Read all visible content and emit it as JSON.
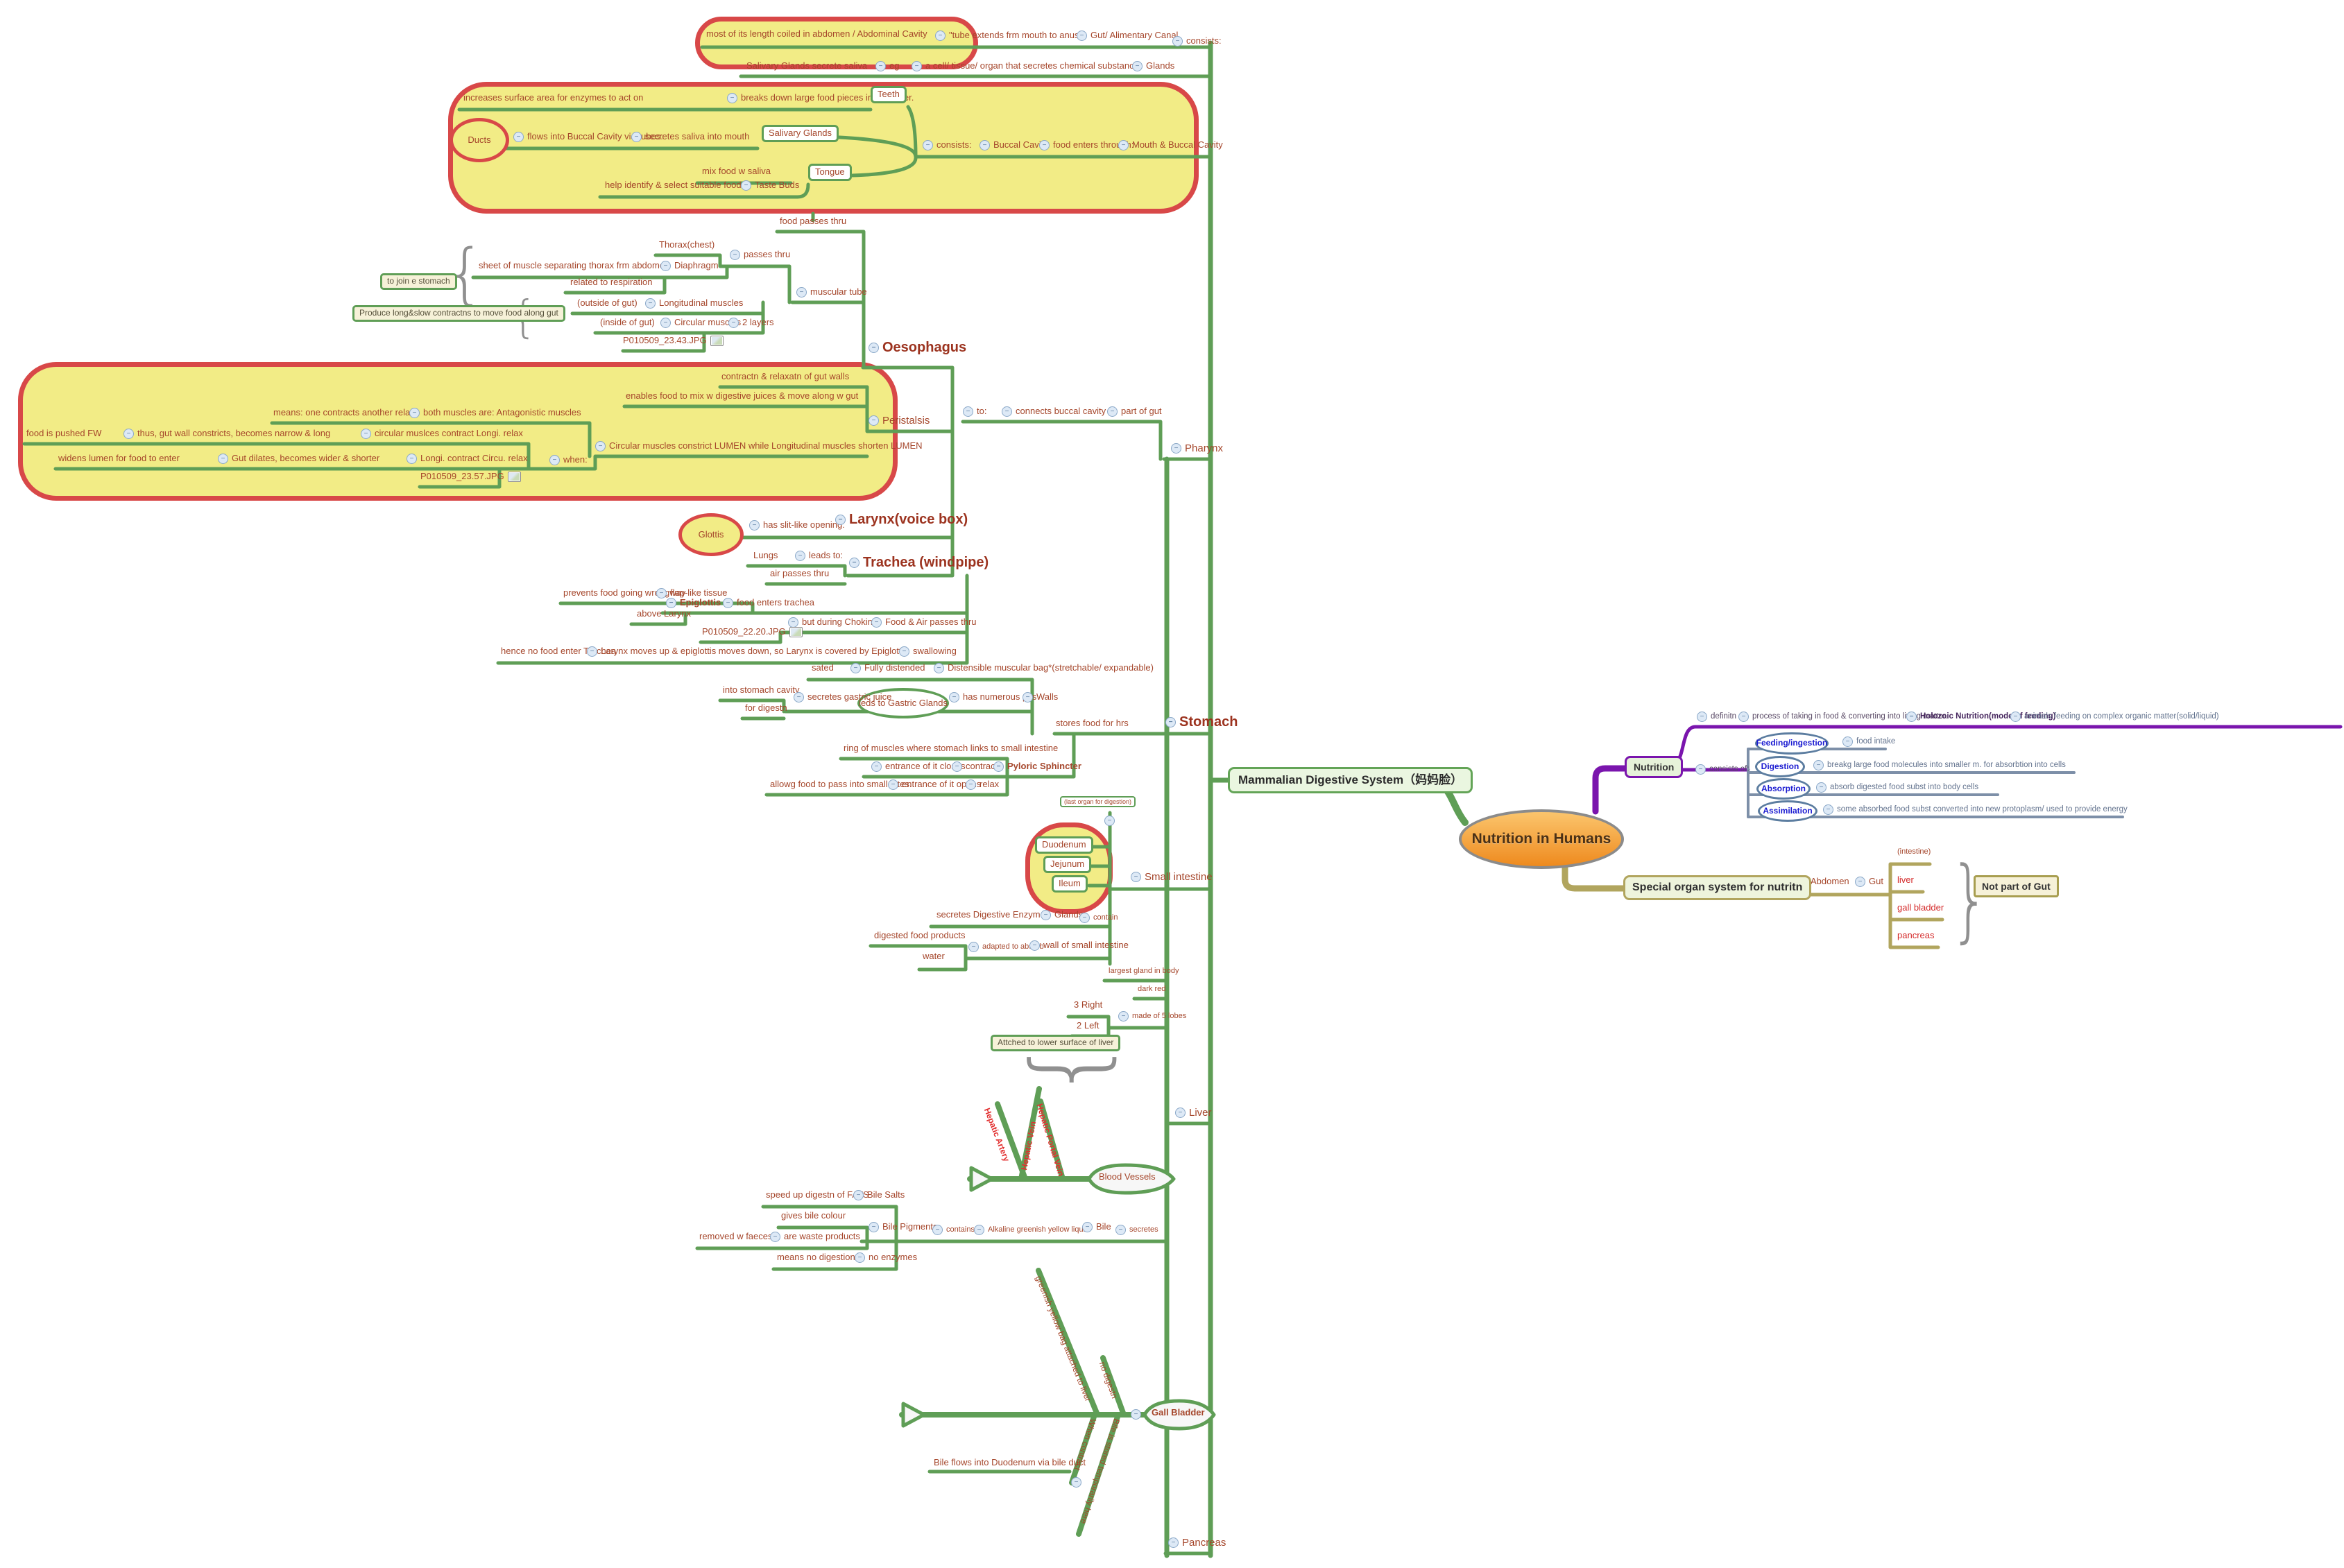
{
  "icons": {
    "collapse": "−",
    "brace_open": "{",
    "brace_close": "}"
  },
  "colors": {
    "branch_green": "#5f9e56",
    "cloud_fill": "#f2ec86",
    "cloud_border": "#d84848",
    "accent_purple": "#7a15ad",
    "accent_olive": "#b1a55e",
    "slate_line": "#7d8fa8",
    "label_rust": "#a5462b",
    "heading_red": "#9c331f",
    "blue_label": "#1b1bd1",
    "red_label": "#d42a2a",
    "center_orange": "#ee8a1e"
  },
  "top": {
    "coiled": "most of its length coiled in abdomen / Abdominal Cavity",
    "tube": "\"tube extends frm mouth to anus",
    "gut": "Gut/ Alimentary Canal",
    "consists": "consists:",
    "salivary_eg": "Salivary Glands secrete saliva",
    "eg": "eg",
    "gland_def": "a cell/ tissue/ organ that secretes chemical substance",
    "glands": "Glands"
  },
  "mouth": {
    "teeth_fn1": "increases surface area for enzymes to act on",
    "teeth_fn2": "breaks down large food pieces into smaller.",
    "teeth": "Teeth",
    "ducts": "Ducts",
    "ducts_fn": "flows into Buccal Cavity via tubes:",
    "saliv_fn": "secretes saliva into mouth",
    "salivary": "Salivary Glands",
    "consists": "consists:",
    "buccal": "Buccal Cavity",
    "enters": "food enters through:",
    "mouth": "Mouth & Buccal Cavity",
    "tongue_fn": "mix food w saliva",
    "tongue": "Tongue",
    "taste_fn": "help identify & select suitable food",
    "taste": "Taste Buds",
    "passes": "food passes thru"
  },
  "oeso": {
    "thorax": "Thorax(chest)",
    "passes2": "passes thru",
    "join_stomach": "to join e stomach",
    "sheet": "sheet of muscle separating thorax frm abdomen",
    "diaphragm": "Diaphragm",
    "respiration": "related to respiration",
    "musctube": "muscular tube",
    "outside": "(outside of gut)",
    "longmusc": "Longitudinal muscles",
    "produce": "Produce long&slow contractns to move food along gut",
    "inside": "(inside of gut)",
    "circmusc": "Circular muscles",
    "layers": "2 layers",
    "photo1": "P010509_23.43.JPG",
    "title": "Oesophagus"
  },
  "peri": {
    "contractn": "contractn & relaxatn of gut walls",
    "enables": "enables food to mix w digestive juices & move along w gut",
    "means_relax": "means: one contracts another relax",
    "antagonistic": "both muscles are: Antagonistic muscles",
    "title": "Peristalsis",
    "pushedfw": "food is pushed FW",
    "constricts": "thus, gut wall constricts, becomes narrow & long",
    "circ_contract": "circular muslces contract Longi. relax",
    "lumen_rule": "Circular muscles constrict LUMEN while Longitudinal muscles shorten LUMEN",
    "widens": "widens lumen for food to enter",
    "dilates": "Gut dilates, becomes wider & shorter",
    "longi_contract": "Longi. contract Circu. relax",
    "when": "when:",
    "photo2": "P010509_23.57.JPG"
  },
  "pharynx": {
    "to": "to:",
    "connects": "connects buccal cavity",
    "partgut": "part of gut",
    "title": "Pharynx"
  },
  "airway": {
    "glottis": "Glottis",
    "slit": "has slit-like opening:",
    "larynx": "Larynx(voice box)",
    "lungs": "Lungs",
    "leadsto": "leads to:",
    "trachea": "Trachea (windpipe)",
    "airpasses": "air passes thru",
    "prevents": "prevents food going wrongway",
    "flap": "flap-like tissue",
    "epiglottis": "Epiglottis",
    "enters_trachea": "food enters trachea",
    "above": "above Larynx",
    "choking": "but during Choking",
    "foodair": "Food & Air passes thru",
    "photo3": "P010509_22.20.JPG",
    "hence": "hence no food enter Trachea",
    "moves": "Larynx moves up & epiglottis moves down, so Larynx is covered by Epiglottis",
    "swallowing": "swallowing"
  },
  "stomach": {
    "sated": "sated",
    "distended": "Fully distended",
    "distensible": "Distensible muscular bag*(stretchable/ expandable)",
    "into_cavity": "into stomach cavity",
    "juice": "secretes gastric juice",
    "glands": "leds to Gastric Glands",
    "pits": "has numerous pits",
    "walls": "Walls",
    "fordigestn": "for digestn",
    "stores": "stores food for hrs",
    "title": "Stomach",
    "ring": "ring of muscles where stomach links to small intestine",
    "closes": "entrance of it closes",
    "contracts": "contracts",
    "pyloric": "Pyloric Sphincter",
    "allowg": "allowg food to pass into small intes.",
    "opens": "entrance of it opens",
    "relax": "relax"
  },
  "si": {
    "lastorgan": "(last organ for digestion)",
    "duodenum": "Duodenum",
    "jejunum": "Jejunum",
    "ileum": "Ileum",
    "title": "Small intestine",
    "enzymes": "secretes Digestive Enzymes",
    "glands": "Glands",
    "contain": "contain",
    "digested": "digested food products",
    "adapted": "adapted to absorb",
    "wall": "wall of small intestine",
    "water": "water"
  },
  "liver": {
    "largest": "largest gland in body",
    "darkred": "dark red",
    "right3": "3 Right",
    "lobes": "made of 5 lobes",
    "left2": "2 Left",
    "attched": "Attched to lower surface of liver",
    "title": "Liver",
    "artery": "Hepatic Artery",
    "vein": "Hepatic Vein",
    "portal": "Hepatic Portal Vein",
    "vessels": "Blood Vessels"
  },
  "bile": {
    "speedup": "speed up digestn of FATS",
    "salts": "Bile Salts",
    "colour": "gives bile colour",
    "pigments": "Bile Pigments",
    "contains": "contains",
    "alkaline": "Alkaline greenish yellow liquid",
    "title": "Bile",
    "secretes": "secretes",
    "removed": "removed w faeces",
    "waste": "are waste products",
    "nodig": "means no digestion",
    "noenz": "no enzymes"
  },
  "gall": {
    "bag": "greenish yellow bag attached to liver",
    "nodigestn": "no digestn",
    "title": "Gall Bladder",
    "contract": "When contract",
    "stored": "Bile is stored temporarily here",
    "flows": "Bile flows into Duodenum via bile duct",
    "pancreas": "Pancreas"
  },
  "hub": {
    "mds": "Mammalian Digestive System（妈妈脸）",
    "central": "Nutrition in Humans"
  },
  "nutrition": {
    "title": "Nutrition",
    "definitn": "definitn",
    "process": "process of taking in food & converting into living matter.",
    "holozoic": "Holozoic Nutrition(mode of feeding)",
    "animals": "animals feeding on complex organic matter(solid/liquid)",
    "consists_of": "consists of:",
    "feeding": "Feeding/ingestion",
    "intake": "food intake",
    "digestion": "Digestion",
    "breakg": "breakg large food molecules into smaller m. for absorbtion into cells",
    "absorption": "Absorption",
    "absorb": "absorb digested food subst into body cells",
    "assimilation": "Assimilation",
    "protoplasm": "some absorbed food subst converted into new protoplasm/ used to provide energy"
  },
  "special": {
    "title": "Special organ system for nutritn",
    "abdomen": "Abdomen",
    "gut": "Gut",
    "intestine": "(intestine)",
    "liver": "liver",
    "gallbladder": "gall bladder",
    "pancreas": "pancreas",
    "notpart": "Not part of Gut"
  }
}
